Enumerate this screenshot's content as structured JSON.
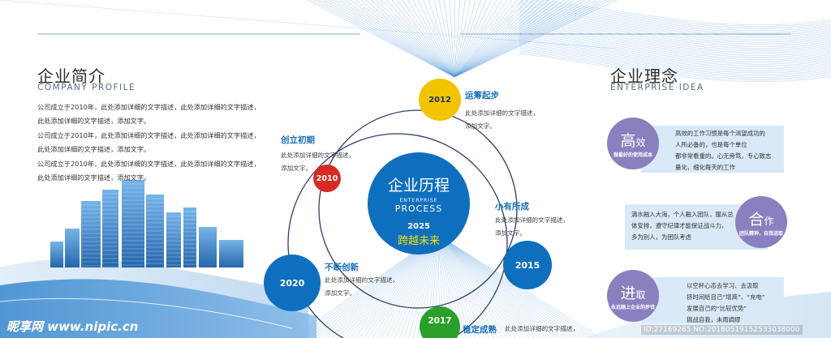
{
  "company_profile": {
    "title": "企业简介",
    "subtitle": "COMPANY PROFILE",
    "paragraphs": [
      [
        "公司成立于2010年，此处添加详细的文字描述，此处添加详细的文字描述，",
        "此处添加详细的文字描述，添加文字。"
      ],
      [
        "公司成立于2010年，此处添加详细的文字描述，此处添加详细的文字描述，",
        "此处添加详细的文字描述，添加文字。"
      ],
      [
        "公司成立于2010年，此处添加详细的文字描述，此处添加详细的文字描述，",
        "此处添加详细的文字描述，添加文字。"
      ]
    ]
  },
  "history": {
    "center_title": "企业历程",
    "center_sub1": "ENTERPRISE",
    "center_sub2": "PROCESS",
    "center_year": "2025",
    "center_slogan": "跨越未来",
    "milestones": [
      {
        "year": "2010",
        "title": "创立初期",
        "text": [
          "此处添加详细的文字描述，",
          "添加文字。"
        ],
        "color": "#d62a22"
      },
      {
        "year": "2012",
        "title": "运筹起步",
        "text": [
          "此处添加详细的文字描述，",
          "添加文字。"
        ],
        "color": "#f2c400"
      },
      {
        "year": "2015",
        "title": "小有所成",
        "text": [
          "此处添加详细的文字描述，",
          "添加文字。"
        ],
        "color": "#0f6fbf"
      },
      {
        "year": "2020",
        "title": "不断创新",
        "text": [
          "此处添加详细的文字描述，",
          "添加文字。"
        ],
        "color": "#0f6fbf"
      },
      {
        "year": "2017",
        "title": "稳定成熟",
        "text": [
          "此处添加详细的文字描述，"
        ],
        "color": "#2aa02a"
      }
    ]
  },
  "enterprise_idea": {
    "title": "企业理念",
    "subtitle": "ENTERPRISE IDEA",
    "items": [
      {
        "big": "高",
        "small": "效",
        "tag": "做最好的使用成本",
        "text": [
          "高效的工作习惯是每个渴望成功的",
          "人所必备的，也是每个单位",
          "都非常看重的。心无旁骛，专心致志",
          "量化，细化每天的工作"
        ]
      },
      {
        "big": "合",
        "small": "作",
        "tag": "团队精神，自我进取",
        "text": [
          "滴水融入大海，个人融入团队，服从总",
          "体安排，遵守纪律才能保证战斗力，",
          "多为别人，为团队考虑"
        ]
      },
      {
        "big": "进",
        "small": "取",
        "tag": "永远踏上企业的步伐",
        "text": [
          "以空杯心态去学习、去汲取",
          "挤时间给自己“增高”、“充电”",
          "发展自己的“比较优势”",
          "挑战自我，未雨绸缪"
        ]
      }
    ]
  },
  "watermark": {
    "left": "昵享网 www.nipic.cn",
    "right": "ID:27169265 NO:20180519152533038000"
  },
  "colors": {
    "primary_blue": "#0f6fbf",
    "idea_purple": "#8b7fbf",
    "idea_box": "#d9e9f7"
  },
  "icons": {
    "city": "city-skyline-illustration"
  }
}
